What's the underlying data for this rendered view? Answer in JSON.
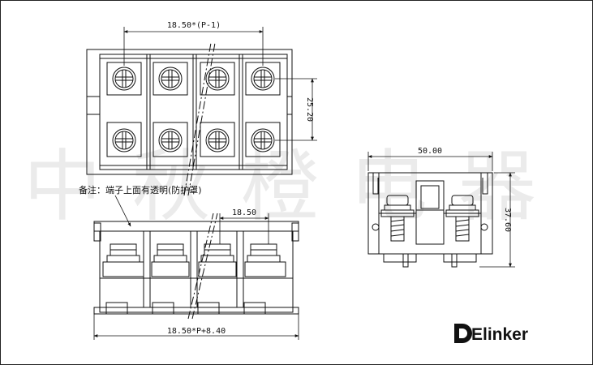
{
  "drawing": {
    "dimensions": {
      "pitch_label": "18.50*(P-1)",
      "row_spacing_label": "25.20",
      "side_width_label": "50.00",
      "side_height_label": "37.60",
      "bottom_pitch_label": "18.50",
      "total_length_label": "18.50*P+8.40"
    },
    "note_label": "备注：端子上面有透明(防护罩)"
  },
  "brand": {
    "name": "Elinker",
    "watermark": "中秋橙电器"
  },
  "colors": {
    "line": "#111111",
    "watermark": "#e8e8e8"
  }
}
